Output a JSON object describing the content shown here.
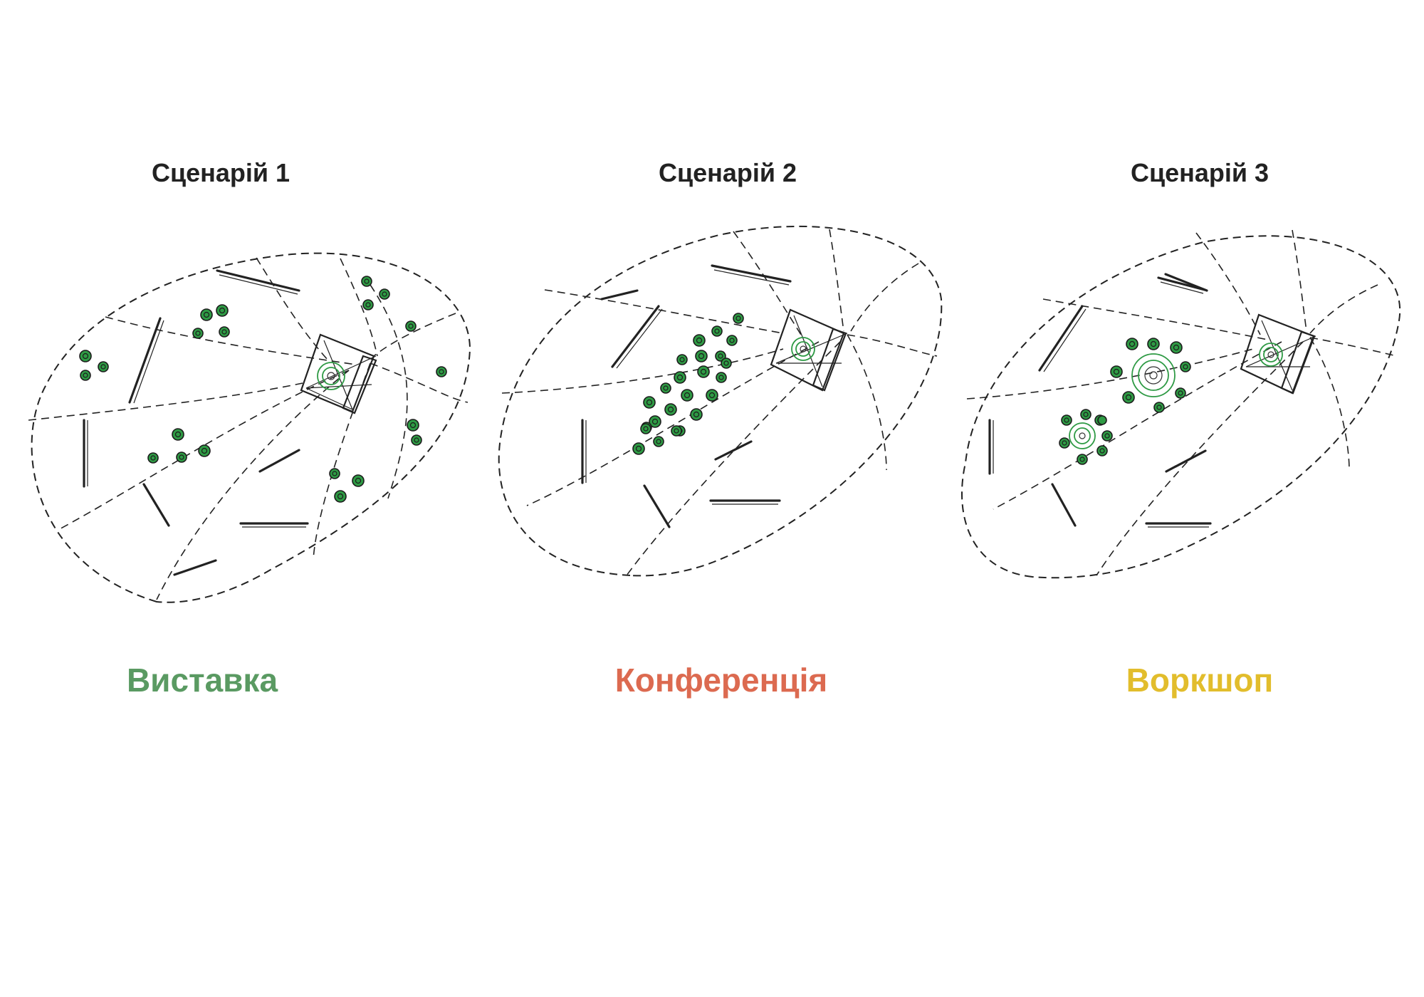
{
  "scenarios": [
    {
      "title": "Сценарій 1",
      "label": "Виставка",
      "label_color": "#5a9a62"
    },
    {
      "title": "Сценарій 2",
      "label": "Конференція",
      "label_color": "#dc6a50"
    },
    {
      "title": "Сценарій 3",
      "label": "Воркшоп",
      "label_color": "#e2bd2c"
    }
  ],
  "colors": {
    "seat": "#2e9a44",
    "line": "#222222"
  }
}
